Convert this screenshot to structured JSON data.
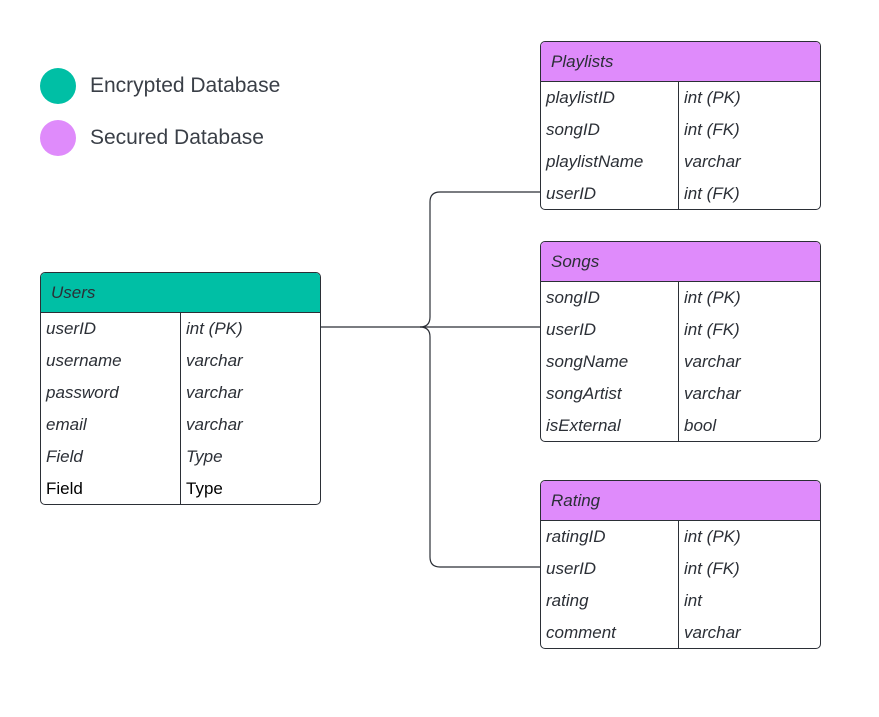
{
  "colors": {
    "encrypted": "#00bfa5",
    "secured": "#df8bfb",
    "border": "#2b2f36",
    "connector": "#2b2f36"
  },
  "legend": [
    {
      "label": "Encrypted Database",
      "color": "#00bfa5"
    },
    {
      "label": "Secured Database",
      "color": "#df8bfb"
    }
  ],
  "tables": {
    "users": {
      "title": "Users",
      "header_color": "#00bfa5",
      "rows": [
        {
          "field": "userID",
          "type": "int (PK)"
        },
        {
          "field": "username",
          "type": "varchar"
        },
        {
          "field": "password",
          "type": "varchar"
        },
        {
          "field": "email",
          "type": "varchar"
        },
        {
          "field": "Field",
          "type": "Type"
        },
        {
          "field": "Field",
          "type": "Type"
        }
      ]
    },
    "playlists": {
      "title": "Playlists",
      "header_color": "#df8bfb",
      "rows": [
        {
          "field": "playlistID",
          "type": "int (PK)"
        },
        {
          "field": "songID",
          "type": "int (FK)"
        },
        {
          "field": "playlistName",
          "type": "varchar"
        },
        {
          "field": "userID",
          "type": "int (FK)"
        }
      ]
    },
    "songs": {
      "title": "Songs",
      "header_color": "#df8bfb",
      "rows": [
        {
          "field": "songID",
          "type": "int (PK)"
        },
        {
          "field": "userID",
          "type": "int (FK)"
        },
        {
          "field": "songName",
          "type": "varchar"
        },
        {
          "field": "songArtist",
          "type": "varchar"
        },
        {
          "field": "isExternal",
          "type": "bool"
        }
      ]
    },
    "rating": {
      "title": "Rating",
      "header_color": "#df8bfb",
      "rows": [
        {
          "field": "ratingID",
          "type": "int (PK)"
        },
        {
          "field": "userID",
          "type": "int (FK)"
        },
        {
          "field": "rating",
          "type": "int"
        },
        {
          "field": "comment",
          "type": "varchar"
        }
      ]
    }
  }
}
